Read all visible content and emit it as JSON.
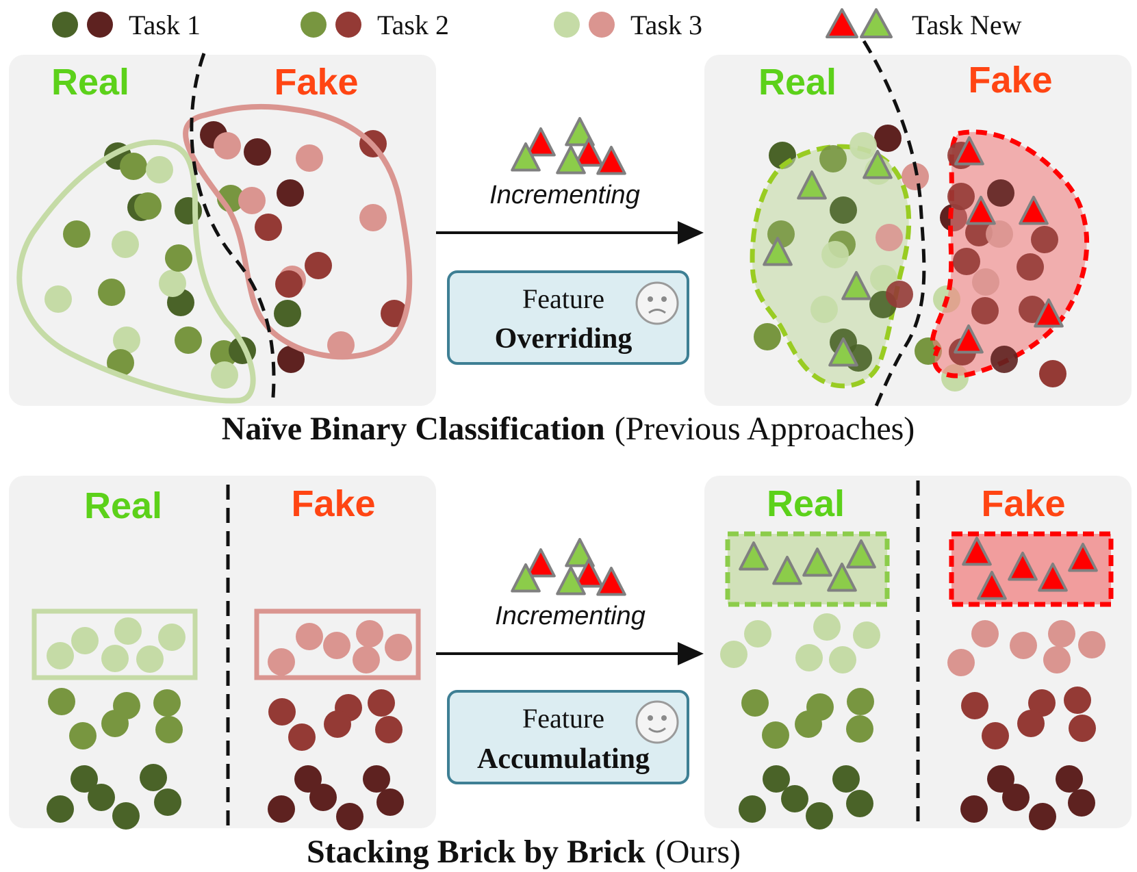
{
  "legend": {
    "task1": "Task 1",
    "task2": "Task 2",
    "task3": "Task 3",
    "task_new": "Task New"
  },
  "labels": {
    "real": "Real",
    "fake": "Fake"
  },
  "top": {
    "arrow_caption": "Incrementing",
    "box_line1": "Feature",
    "box_line2": "Overriding",
    "title_bold": "Naïve Binary Classification",
    "title_rest": "(Previous Approaches)"
  },
  "bottom": {
    "arrow_caption": "Incrementing",
    "box_line1": "Feature",
    "box_line2": "Accumulating",
    "title_bold": "Stacking Brick by Brick",
    "title_rest": "(Ours)"
  },
  "colors": {
    "real_task1": "#4a6328",
    "real_task2": "#789640",
    "real_task3": "#c5dba6",
    "fake_task1": "#5e2220",
    "fake_task2": "#943a35",
    "fake_task3": "#da9590",
    "real_label": "#5cd11a",
    "fake_label": "#ff4513",
    "tri_green": "#8ccc4a",
    "tri_red": "#ff0000",
    "panel_bg": "#f2f2f2",
    "box_bg": "#dcedf2",
    "box_border": "#3e7f94"
  }
}
